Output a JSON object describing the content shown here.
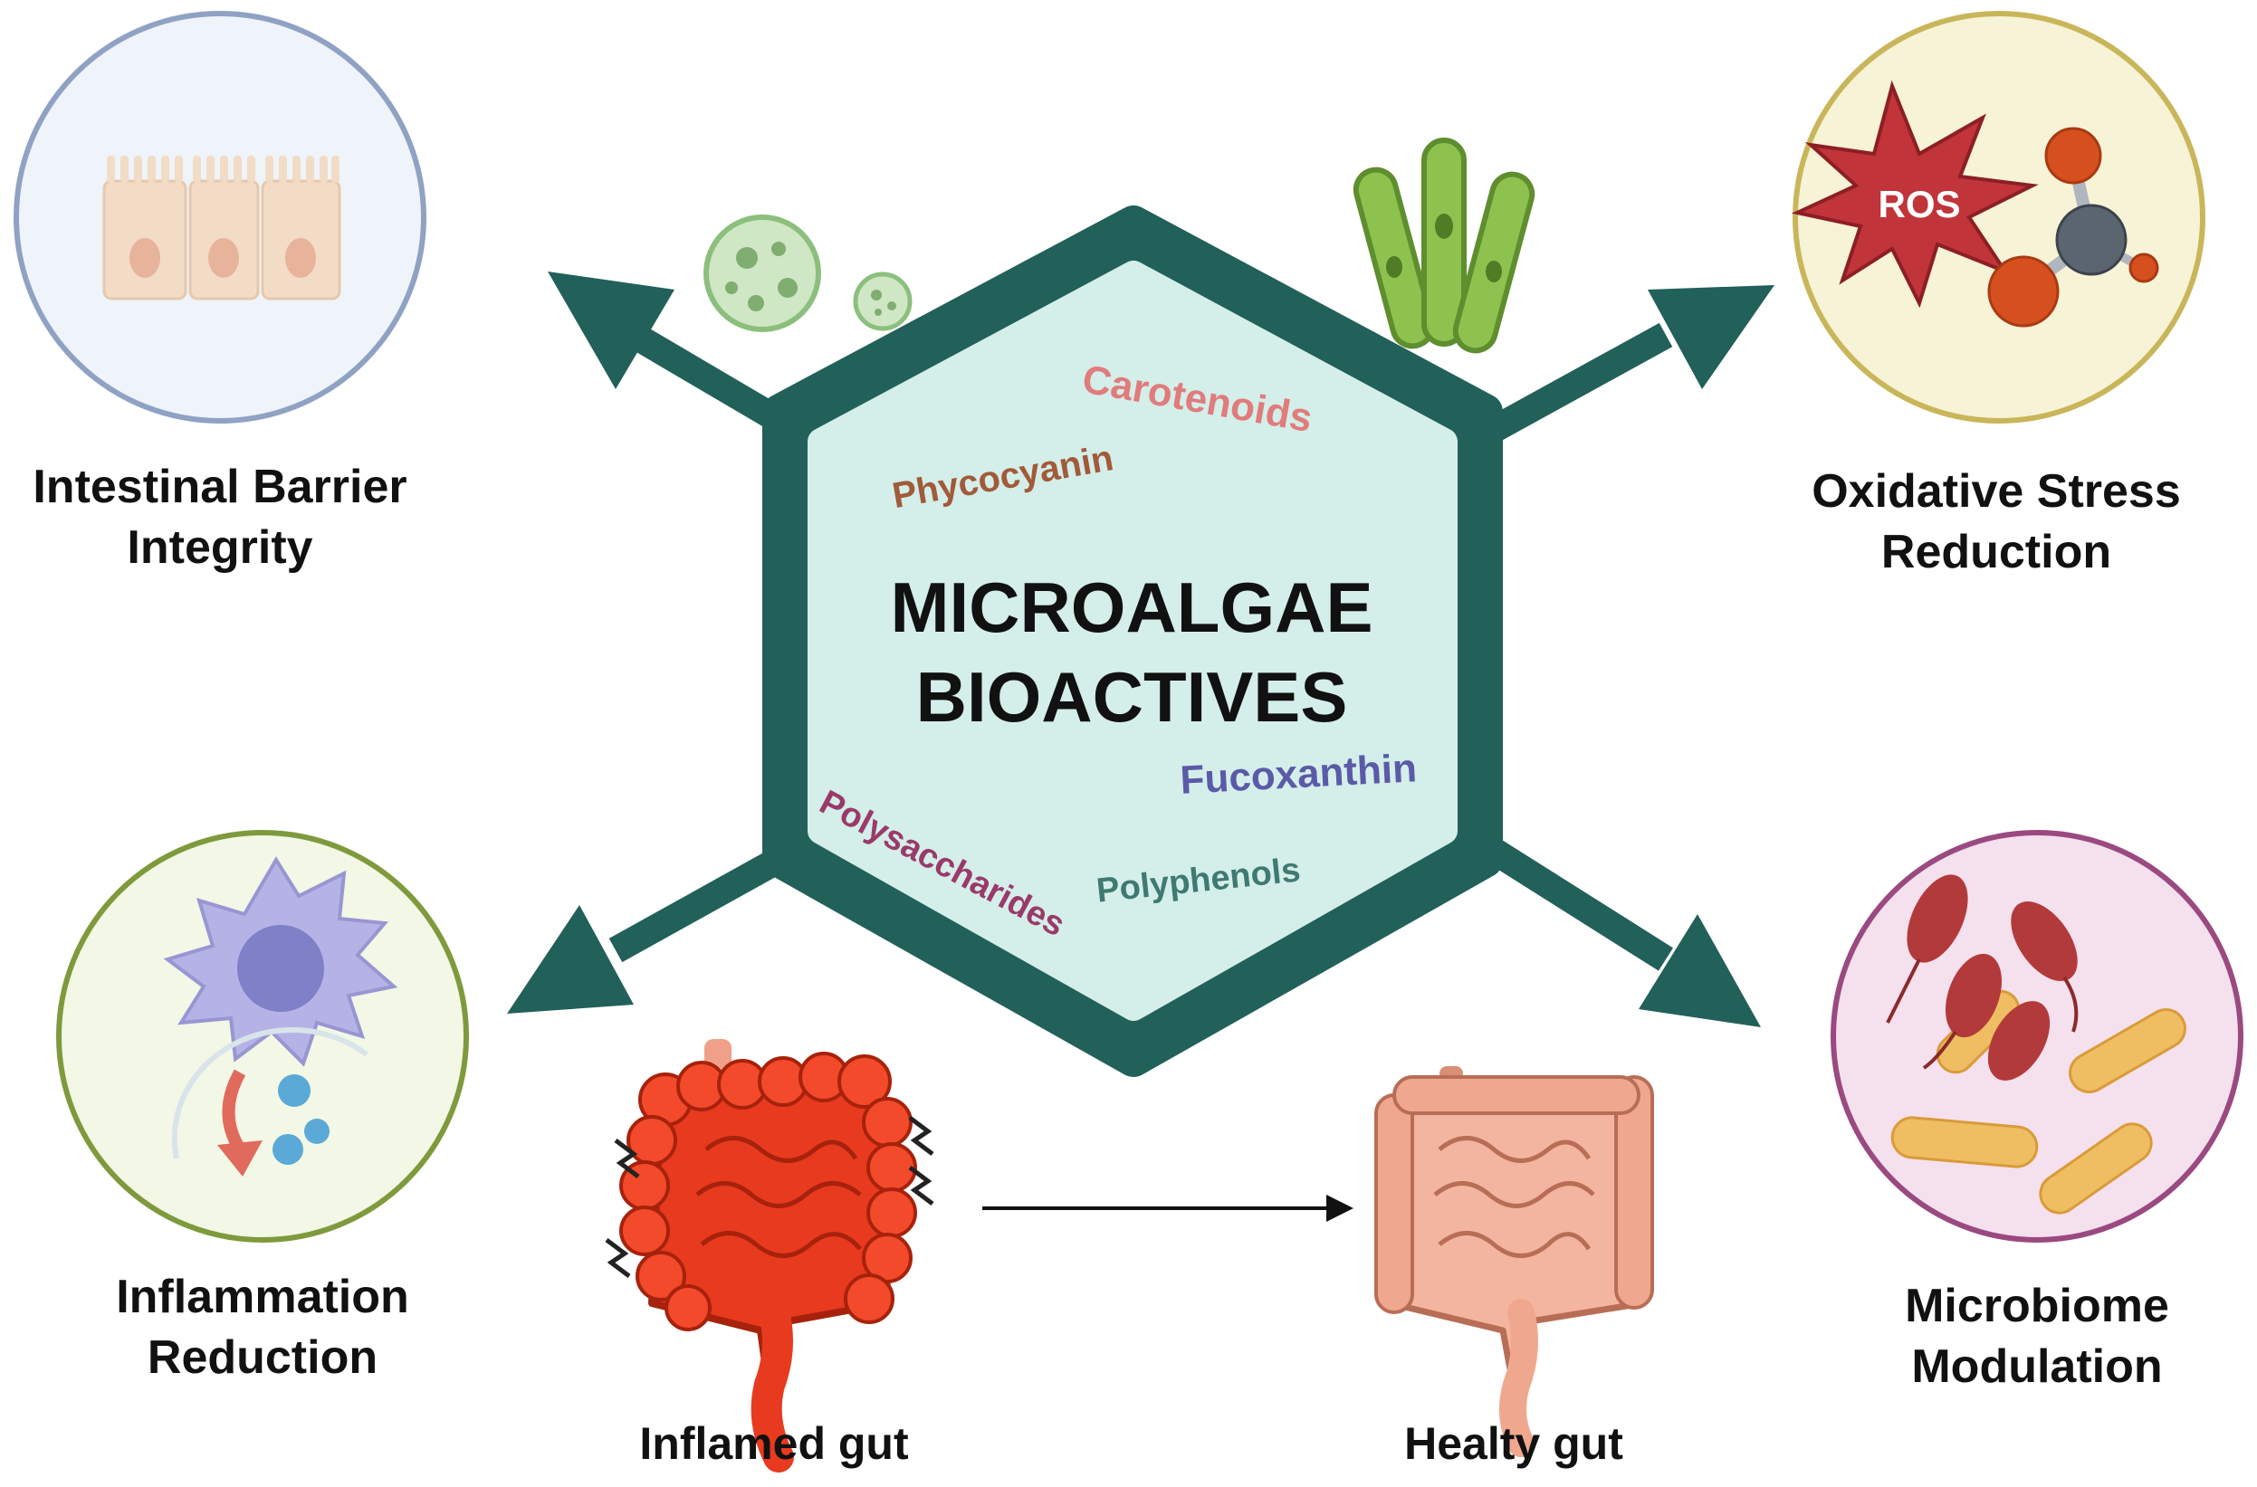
{
  "center": {
    "title_line1": "MICROALGAE",
    "title_line2": "BIOACTIVES",
    "compounds": {
      "carotenoids": "Carotenoids",
      "phycocyanin": "Phycocyanin",
      "fucoxanthin": "Fucoxanthin",
      "polysaccharides": "Polysaccharides",
      "polyphenols": "Polyphenols"
    }
  },
  "effects": {
    "barrier": {
      "line1": "Intestinal Barrier",
      "line2": "Integrity"
    },
    "oxidative": {
      "line1": "Oxidative Stress",
      "line2": "Reduction",
      "ros": "ROS"
    },
    "inflammation": {
      "line1": "Inflammation",
      "line2": "Reduction"
    },
    "microbiome": {
      "line1": "Microbiome",
      "line2": "Modulation"
    }
  },
  "gut": {
    "inflamed": "Inflamed gut",
    "healthy": "Healty gut"
  },
  "colors": {
    "hexagon": "#22605a",
    "hexagon_fill": "#d4eee9",
    "carotenoids": "#e07c7c",
    "phycocyanin": "#a15a3a",
    "fucoxanthin": "#5a5aa8",
    "polysaccharides": "#9a3a6a",
    "polyphenols": "#3f7a72"
  }
}
